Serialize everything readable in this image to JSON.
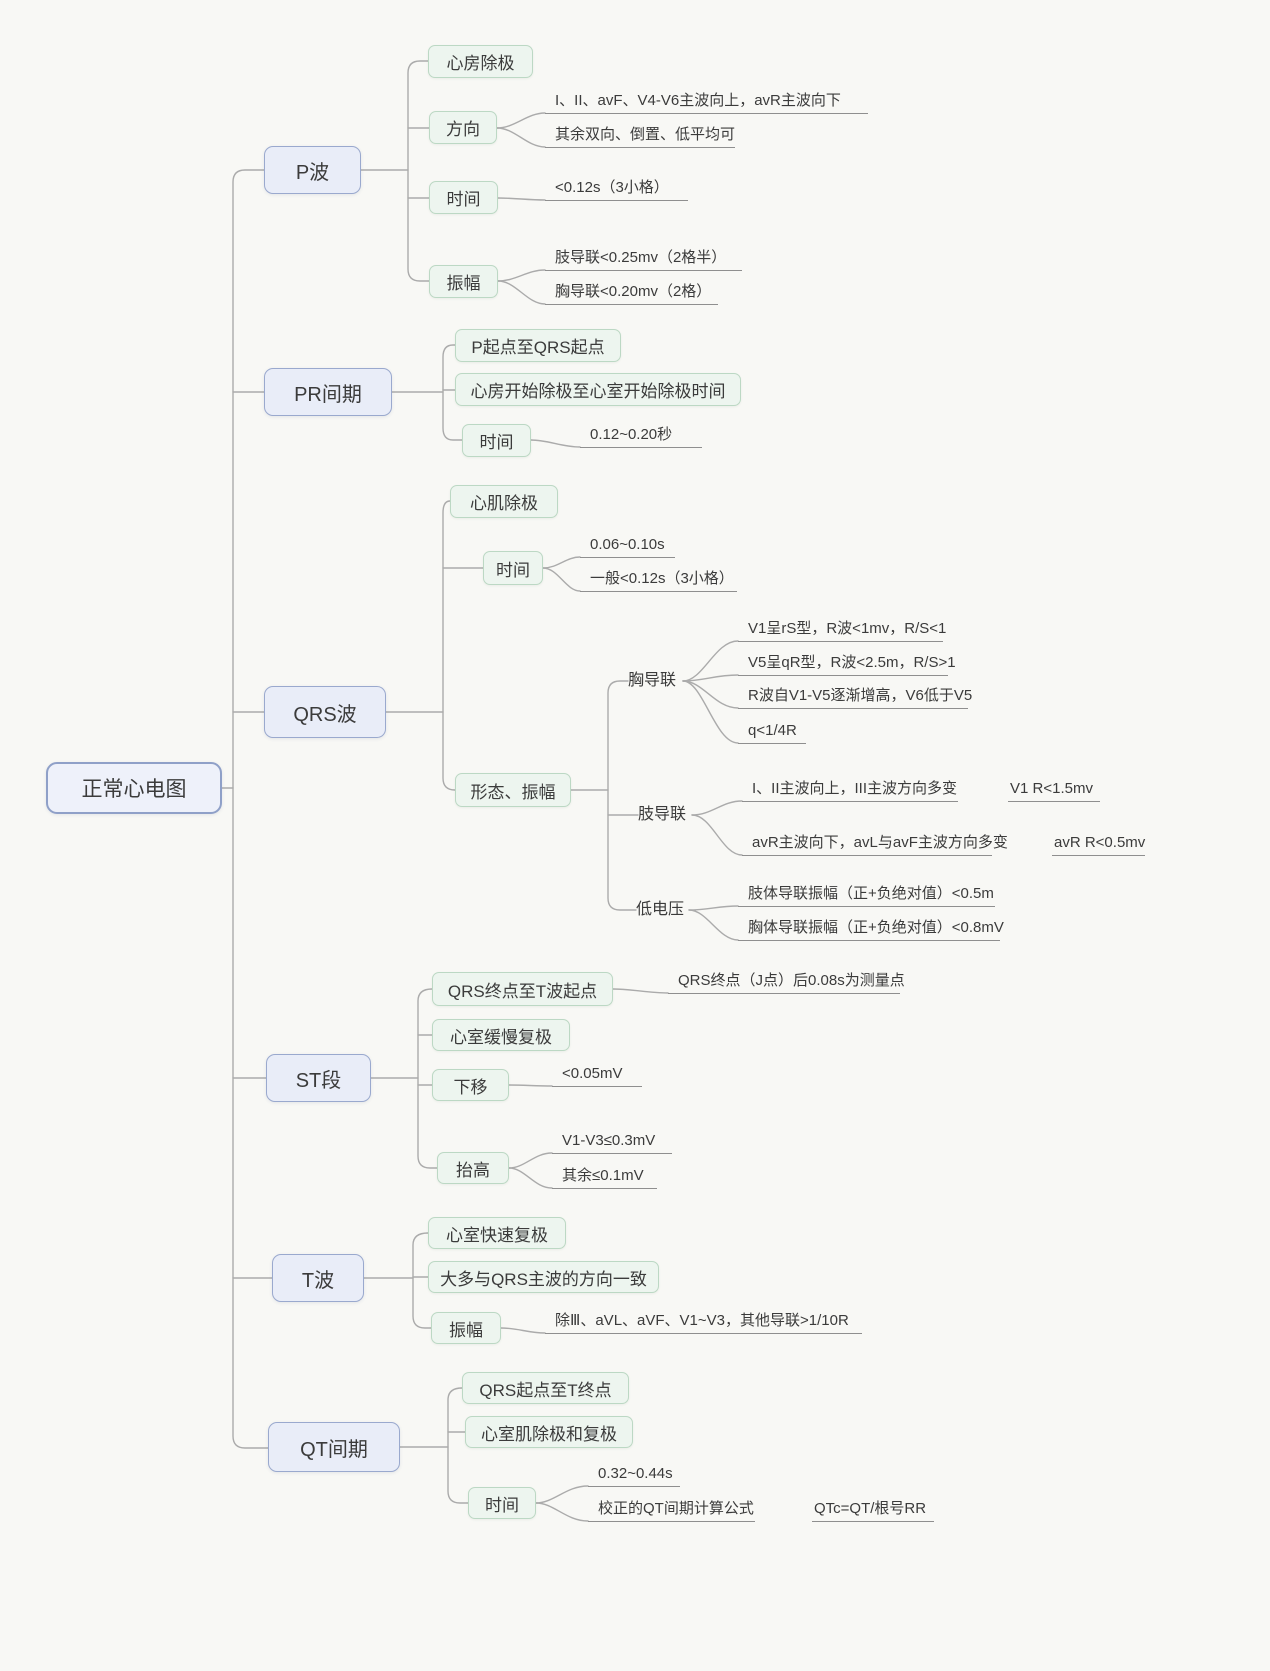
{
  "root": {
    "label": "正常心电图"
  },
  "colors": {
    "background": "#f8f8f5",
    "branch_fill": "#e9edf8",
    "branch_border": "#9aa9ce",
    "topic_fill": "#edf5ef",
    "topic_border": "#bcd8c4",
    "connector": "#ababab"
  },
  "branches": [
    {
      "label": "P波",
      "topics": [
        {
          "label": "心房除极"
        },
        {
          "label": "方向",
          "leaves": [
            {
              "text": "I、II、avF、V4-V6主波向上，avR主波向下"
            },
            {
              "text": "其余双向、倒置、低平均可"
            }
          ]
        },
        {
          "label": "时间",
          "leaves": [
            {
              "text": "<0.12s（3小格）"
            }
          ]
        },
        {
          "label": "振幅",
          "leaves": [
            {
              "text": "肢导联<0.25mv（2格半）"
            },
            {
              "text": "胸导联<0.20mv（2格）"
            }
          ]
        }
      ]
    },
    {
      "label": "PR间期",
      "topics": [
        {
          "label": "P起点至QRS起点"
        },
        {
          "label": "心房开始除极至心室开始除极时间"
        },
        {
          "label": "时间",
          "leaves": [
            {
              "text": "0.12~0.20秒"
            }
          ]
        }
      ]
    },
    {
      "label": "QRS波",
      "topics": [
        {
          "label": "心肌除极"
        },
        {
          "label": "时间",
          "leaves": [
            {
              "text": "0.06~0.10s"
            },
            {
              "text": "一般<0.12s（3小格）"
            }
          ]
        },
        {
          "label": "形态、振幅",
          "groups": [
            {
              "label": "胸导联",
              "leaves": [
                {
                  "text": "V1呈rS型，R波<1mv，R/S<1"
                },
                {
                  "text": "V5呈qR型，R波<2.5m，R/S>1"
                },
                {
                  "text": "R波自V1-V5逐渐增高，V6低于V5"
                },
                {
                  "text": "q<1/4R"
                }
              ]
            },
            {
              "label": "肢导联",
              "leaves": [
                {
                  "text": "I、II主波向上，III主波方向多变",
                  "note": "V1 R<1.5mv"
                },
                {
                  "text": "avR主波向下，avL与avF主波方向多变",
                  "note": "avR R<0.5mv"
                }
              ]
            },
            {
              "label": "低电压",
              "leaves": [
                {
                  "text": "肢体导联振幅（正+负绝对值）<0.5m"
                },
                {
                  "text": "胸体导联振幅（正+负绝对值）<0.8mV"
                }
              ]
            }
          ]
        }
      ]
    },
    {
      "label": "ST段",
      "topics": [
        {
          "label": "QRS终点至T波起点",
          "leaves": [
            {
              "text": "QRS终点（J点）后0.08s为测量点"
            }
          ]
        },
        {
          "label": "心室缓慢复极"
        },
        {
          "label": "下移",
          "leaves": [
            {
              "text": "<0.05mV"
            }
          ]
        },
        {
          "label": "抬高",
          "leaves": [
            {
              "text": "V1-V3≤0.3mV"
            },
            {
              "text": "其余≤0.1mV"
            }
          ]
        }
      ]
    },
    {
      "label": "T波",
      "topics": [
        {
          "label": "心室快速复极"
        },
        {
          "label": "大多与QRS主波的方向一致"
        },
        {
          "label": "振幅",
          "leaves": [
            {
              "text": "除Ⅲ、aVL、aVF、V1~V3，其他导联>1/10R"
            }
          ]
        }
      ]
    },
    {
      "label": "QT间期",
      "topics": [
        {
          "label": "QRS起点至T终点"
        },
        {
          "label": "心室肌除极和复极"
        },
        {
          "label": "时间",
          "leaves": [
            {
              "text": "0.32~0.44s"
            },
            {
              "text": "校正的QT间期计算公式",
              "note": "QTc=QT/根号RR"
            }
          ]
        }
      ]
    }
  ]
}
